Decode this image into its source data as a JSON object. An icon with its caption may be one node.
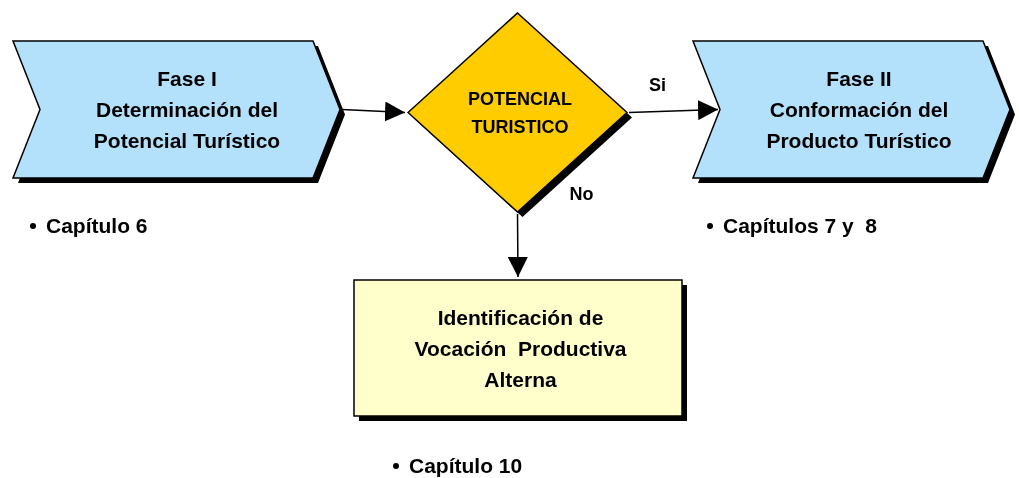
{
  "diagram": {
    "nodes": [
      {
        "text": [
          "Fase I",
          "Determinación del Potencial Turístico"
        ],
        "beside": [
          "Capítulo 6"
        ]
      },
      {
        "text": [
          "POTENCIAL TURISTICO"
        ]
      },
      {
        "text": [
          "Fase II",
          "Conformación del Producto Turístico"
        ],
        "beside": [
          "Capítulos 7 y  8"
        ]
      },
      {
        "text": [
          "Identificación de Vocación  Productiva Alterna"
        ],
        "beside": [
          "Capítulo 10"
        ]
      }
    ],
    "edges": [
      {
        "from": 0,
        "to": 1,
        "arrow": "to"
      },
      {
        "from": 1,
        "to": 2,
        "arrow": "to",
        "label": "Si"
      },
      {
        "from": 1,
        "to": 3,
        "arrow": "to",
        "label": "No"
      }
    ]
  }
}
